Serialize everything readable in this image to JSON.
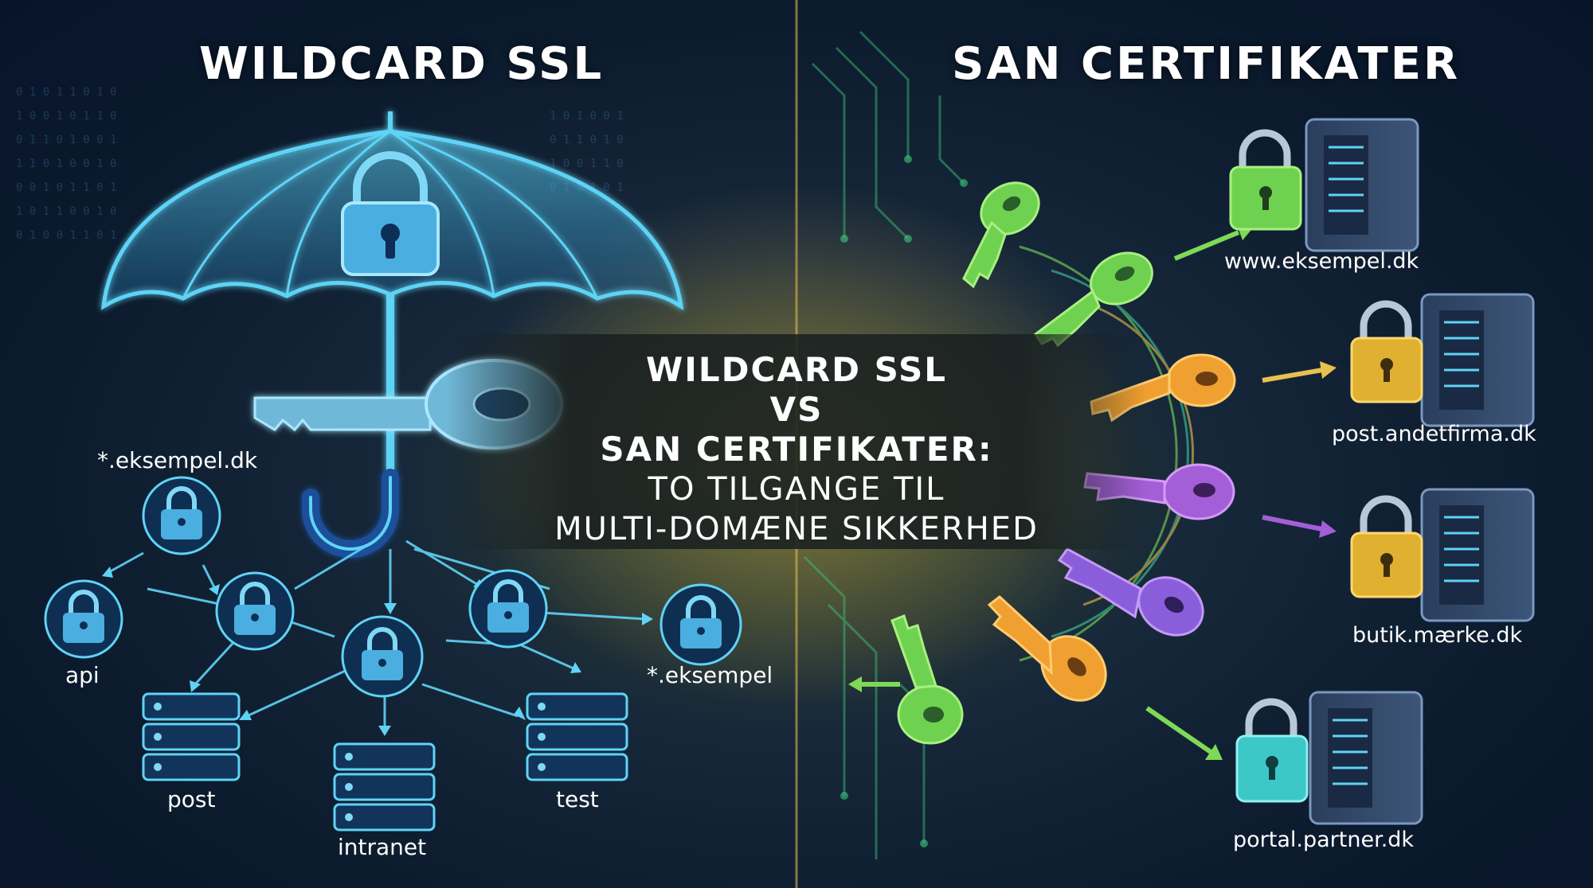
{
  "left_heading": "WILDCARD SSL",
  "right_heading": "SAN CERTIFIKATER",
  "center": {
    "line1": "WILDCARD SSL",
    "line2": "VS",
    "line3": "SAN CERTIFIKATER:",
    "line4": "TO TILGANGE TIL",
    "line5": "MULTI-DOMÆNE SIKKERHED"
  },
  "left_labels": {
    "root": "*.eksempel.dk",
    "api": "api",
    "wildcard": "*.eksempel",
    "post": "post",
    "intranet": "intranet",
    "test": "test"
  },
  "right_labels": {
    "domain1": "www.eksempel.dk",
    "domain2": "post.andetfirma.dk",
    "domain3": "butik.mærke.dk",
    "domain4": "portal.partner.dk"
  },
  "colors": {
    "cyan": "#5fd3f5",
    "green": "#7ed957",
    "orange": "#f0a030",
    "purple": "#a35ed8",
    "gold": "#e8c050",
    "teal": "#3dc8c8"
  },
  "icons": [
    "umbrella-icon",
    "lock-icon",
    "key-icon",
    "server-icon",
    "arrow-icon"
  ]
}
